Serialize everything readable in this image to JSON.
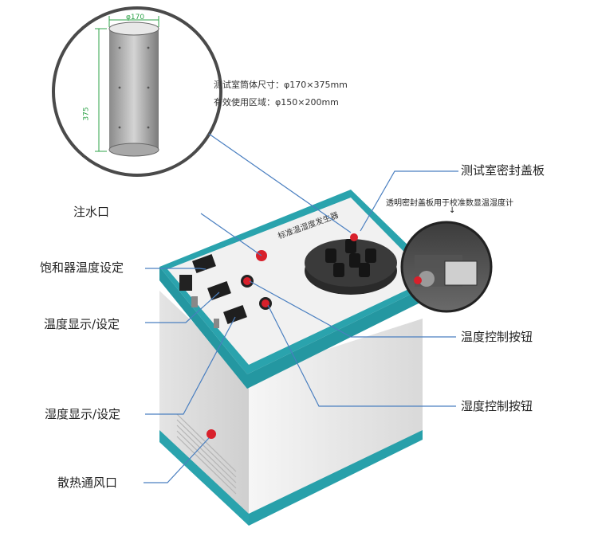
{
  "callouts": {
    "water_inlet": "注水口",
    "saturator_temp": "饱和器温度设定",
    "temp_display": "温度显示/设定",
    "humidity_display": "湿度显示/设定",
    "vent": "散热通风口",
    "chamber_cover": "测试室密封盖板",
    "temp_knob": "温度控制按钮",
    "humidity_knob": "湿度控制按钮"
  },
  "spec": {
    "chamber_size": "测试室筒体尺寸：φ170×375mm",
    "usable_area": "有效使用区域：φ150×200mm"
  },
  "dimensions": {
    "diameter": "φ170",
    "height": "375"
  },
  "cover_note": "透明密封盖板用于校准数显温湿度计",
  "cover_arrow": "↓",
  "device_title": "标准温湿度发生器",
  "colors": {
    "teal": "#2aa3ad",
    "body": "#ebebeb",
    "leader": "#4a7fc0",
    "red": "#d8202b"
  }
}
